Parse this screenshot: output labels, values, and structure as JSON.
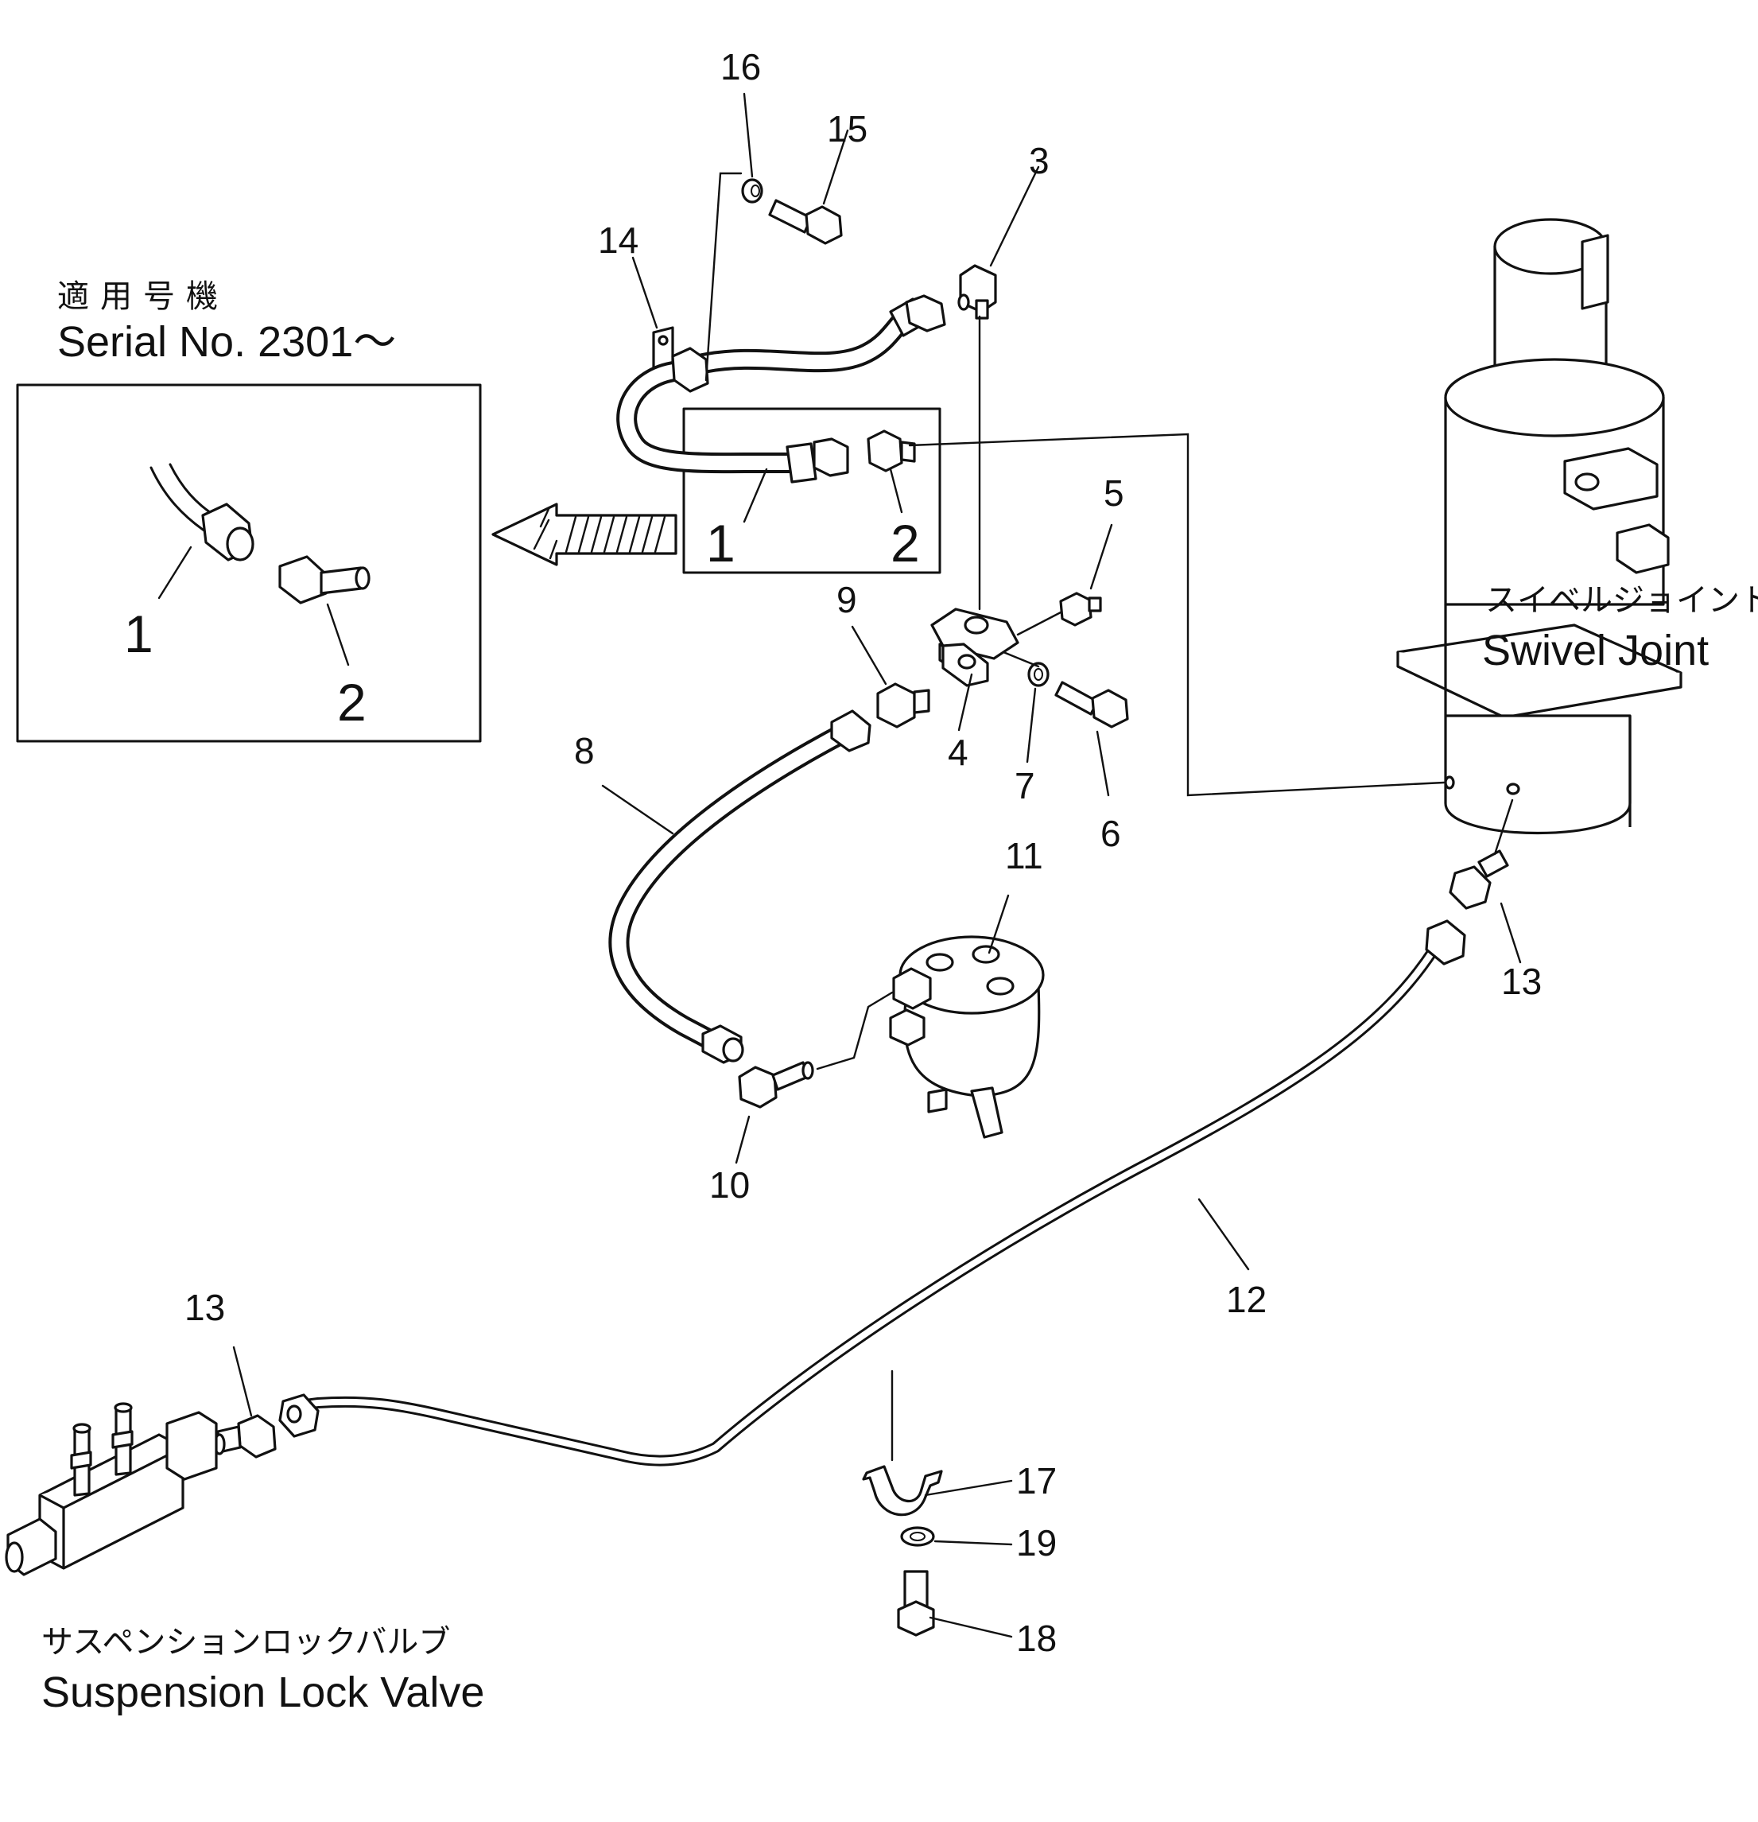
{
  "header": {
    "applicable_jp": "適用号機",
    "serial": "Serial No. 2301～"
  },
  "inset": {
    "label_1": "1",
    "label_2": "2"
  },
  "detail_box": {
    "label_1": "1",
    "label_2": "2"
  },
  "components": {
    "swivel_joint_jp": "スイベルジョイント",
    "swivel_joint": "Swivel Joint",
    "lock_valve_jp": "サスペンションロックバルブ",
    "lock_valve": "Suspension Lock Valve"
  },
  "callouts": {
    "c1": "1",
    "c2": "2",
    "c3": "3",
    "c4": "4",
    "c5": "5",
    "c6": "6",
    "c7": "7",
    "c8": "8",
    "c9": "9",
    "c10": "10",
    "c11": "11",
    "c12": "12",
    "c13a": "13",
    "c13b": "13",
    "c14": "14",
    "c15": "15",
    "c16": "16",
    "c17": "17",
    "c18": "18",
    "c19": "19"
  }
}
